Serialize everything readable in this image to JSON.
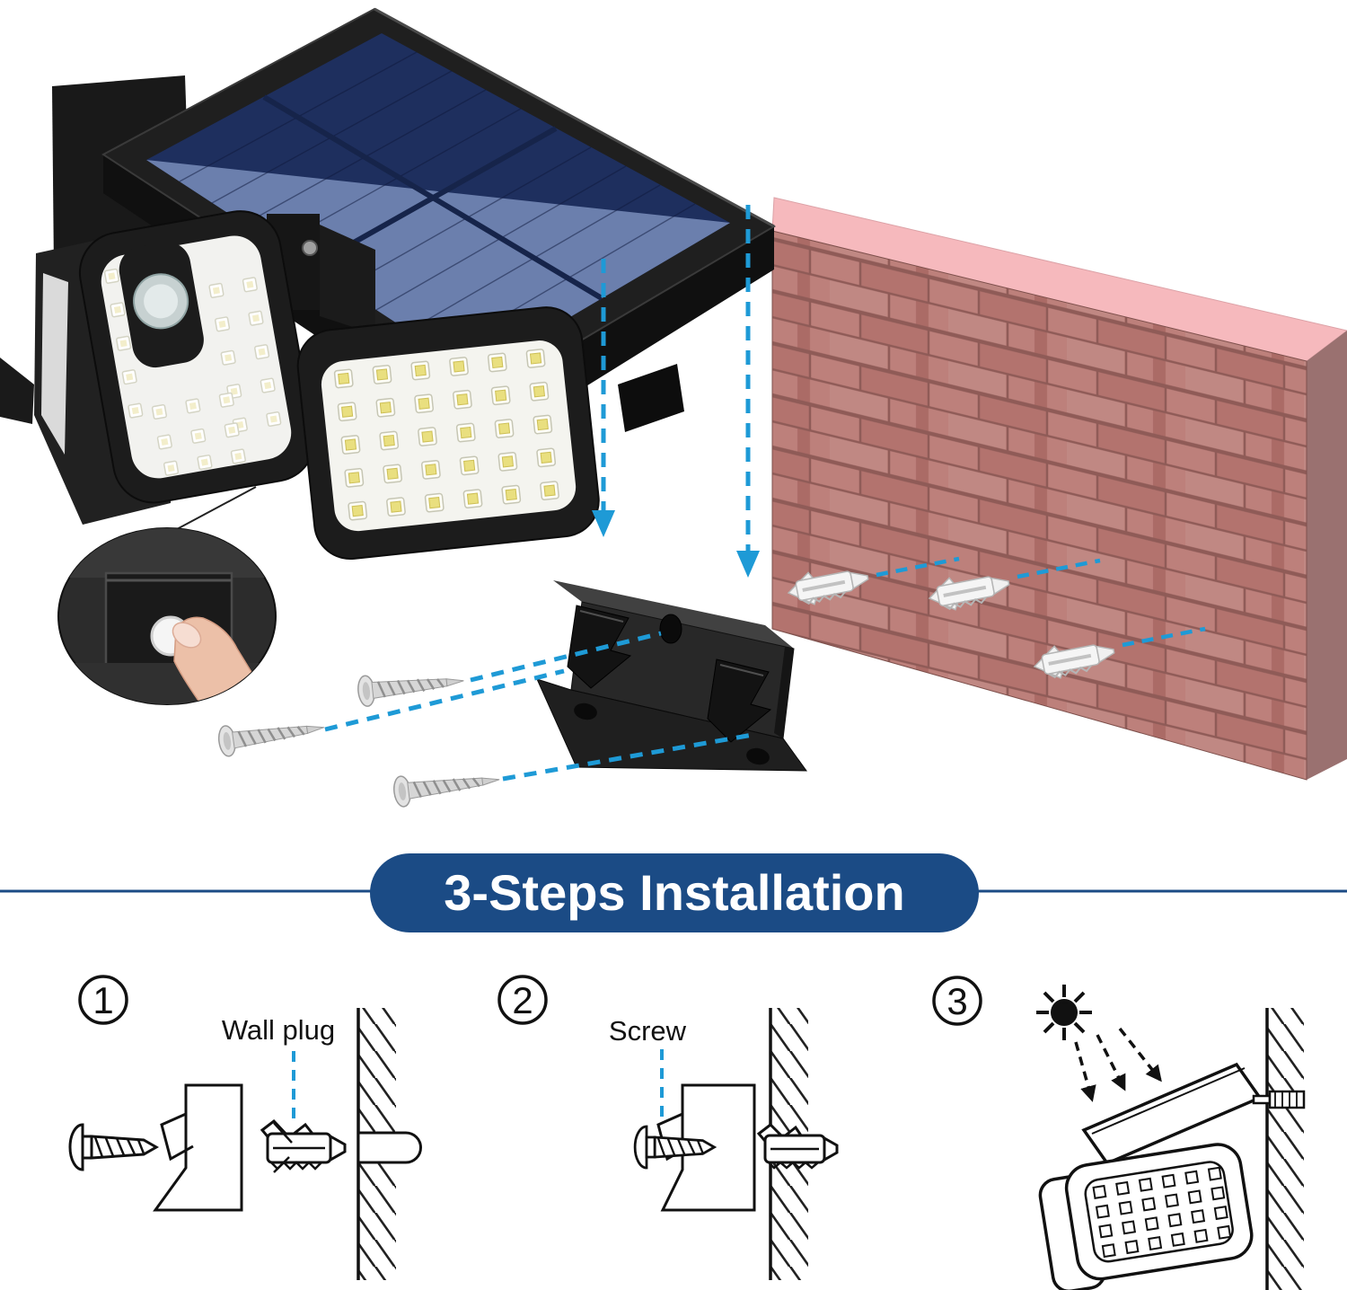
{
  "banner": {
    "title": "3-Steps Installation"
  },
  "steps": [
    {
      "number": "1",
      "label": "Wall plug"
    },
    {
      "number": "2",
      "label": "Screw"
    },
    {
      "number": "3",
      "label": ""
    }
  ],
  "colors": {
    "banner_blue": "#1b4b85",
    "dash_blue": "#1e9ad6",
    "wall_face": "#bd807b",
    "wall_top": "#f6b9bd",
    "wall_side": "#9a7170",
    "solar_dark": "#1e2f5e",
    "solar_light": "#8296c4",
    "led_yellow": "#e9df7f",
    "line_art_ink": "#111111"
  }
}
